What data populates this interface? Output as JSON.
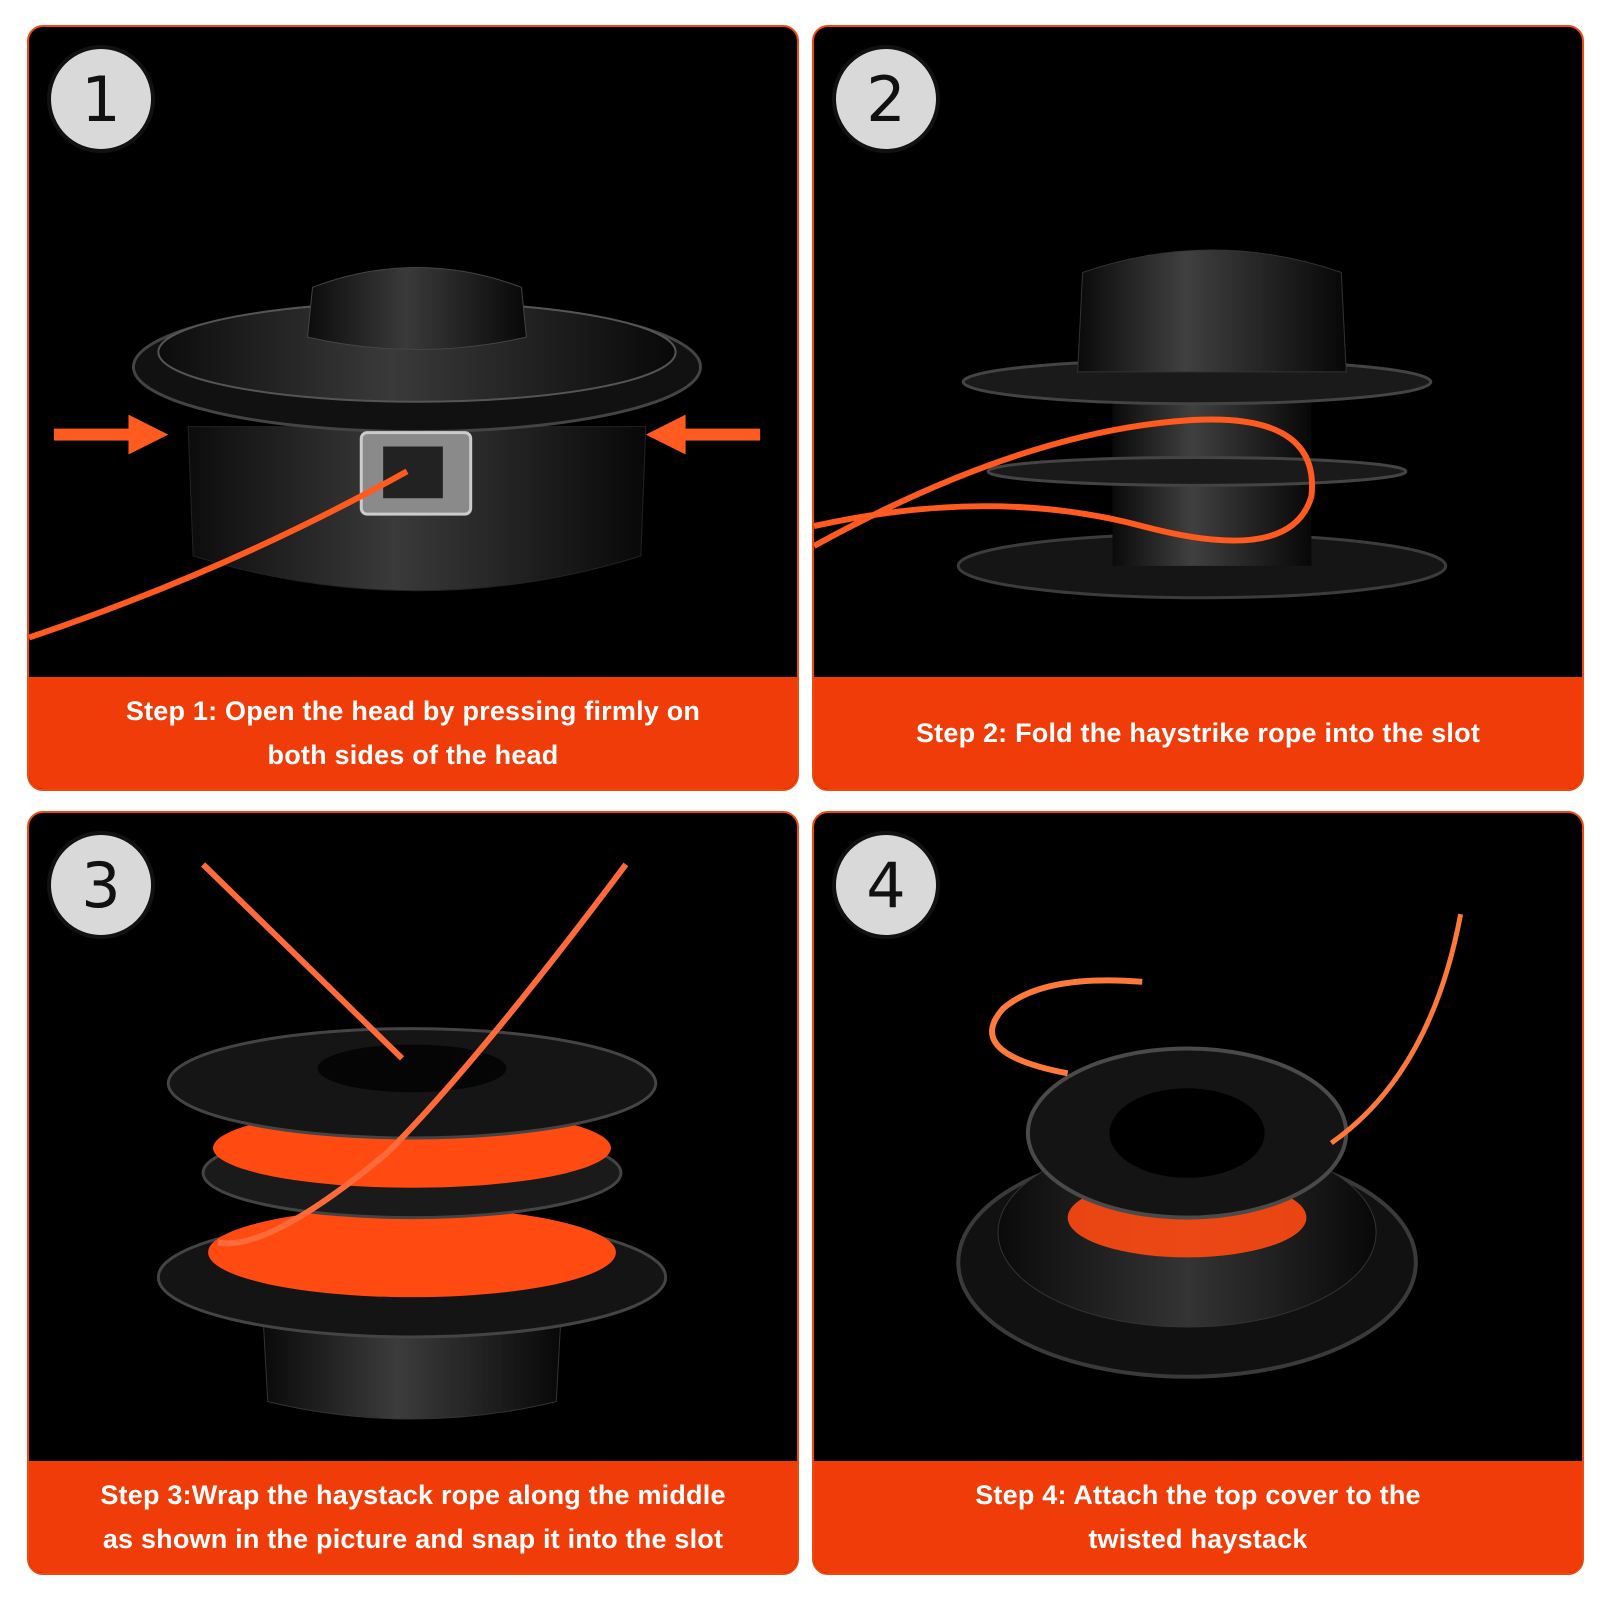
{
  "steps": [
    {
      "number": "1",
      "caption_lines": [
        "Step 1: Open the head by pressing firmly on",
        "both sides of the head"
      ]
    },
    {
      "number": "2",
      "caption_lines": [
        "Step 2: Fold the haystrike rope into the slot"
      ]
    },
    {
      "number": "3",
      "caption_lines": [
        "Step 3:Wrap the haystack rope along the middle",
        "as shown in the picture and snap it into the slot"
      ]
    },
    {
      "number": "4",
      "caption_lines": [
        "Step 4: Attach the top cover to the",
        "twisted haystack"
      ]
    }
  ],
  "colors": {
    "accent": "#f03c08",
    "line": "#ff5a1f",
    "badge": "#d9d9d9",
    "panel": "#000000"
  }
}
